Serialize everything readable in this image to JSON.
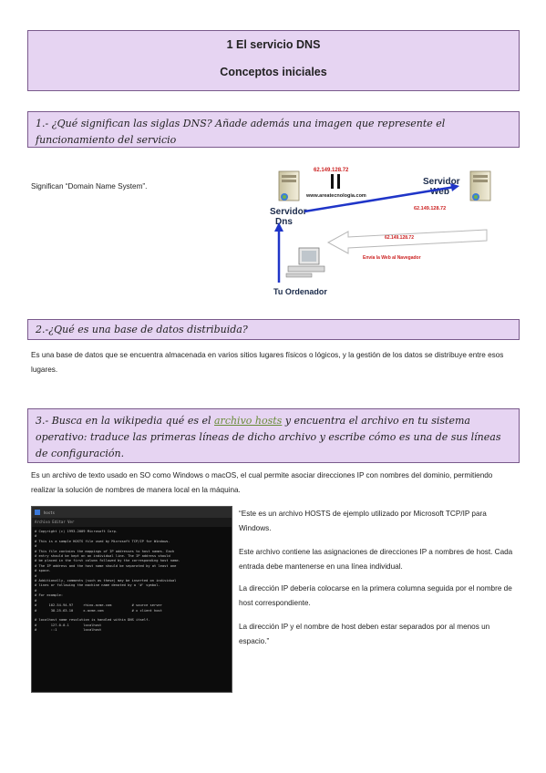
{
  "title": {
    "line1": "1 El servicio DNS",
    "line2": "Conceptos iniciales"
  },
  "q1": {
    "question": "1.- ¿Qué significan las siglas DNS? Añade además una imagen que represente el funcionamiento del servicio",
    "answer": "Significan “Domain Name System”."
  },
  "diagram": {
    "ip_top": "62.149.128.72",
    "site": "www.areatecnologia.com",
    "dns_label_1": "Servidor",
    "dns_label_2": "Dns",
    "web_label_1": "Servidor",
    "web_label_2": "Web",
    "ip_mid": "62.149.128.72",
    "ip_arrow": "62.149.128.72",
    "envia": "Envía la Web al Navegador",
    "pc_label": "Tu Ordenador"
  },
  "q2": {
    "question": "2.-¿Qué es una base de datos distribuida?",
    "answer": "Es una base de datos que se encuentra almacenada en varios sitios lugares físicos o lógicos, y la gestión de los datos se distribuye entre esos lugares."
  },
  "q3": {
    "question_pre": "3.- Busca en la wikipedia qué es el ",
    "question_link": "archivo hosts",
    "question_post": " y encuentra el archivo en tu sistema operativo: traduce las primeras líneas de dicho archivo y escribe cómo es una de sus líneas de configuración.",
    "answer": "Es un archivo de texto usado en SO como Windows o macOS, el cual permite asociar direcciones IP con nombres del dominio, permitiendo realizar la solución de nombres de manera local en la máquina.",
    "p1": "“Este es un archivo HOSTS de ejemplo utilizado por Microsoft TCP/IP para Windows.",
    "p2": "Este archivo contiene las asignaciones de direcciones IP a nombres de host. Cada entrada debe mantenerse en una línea individual.",
    "p3": "La dirección IP debería colocarse en la primera columna seguida por el nombre de host correspondiente.",
    "p4": " La dirección IP y el nombre de host deben estar separados por al menos un espacio.”"
  },
  "terminal": {
    "tab": "hosts",
    "menu": "Archivo   Editar   Ver",
    "content": "# Copyright (c) 1993-2009 Microsoft Corp.\n#\n# This is a sample HOSTS file used by Microsoft TCP/IP for Windows.\n#\n# This file contains the mappings of IP addresses to host names. Each\n# entry should be kept on an individual line. The IP address should\n# be placed in the first column followed by the corresponding host name.\n# The IP address and the host name should be separated by at least one\n# space.\n#\n# Additionally, comments (such as these) may be inserted on individual\n# lines or following the machine name denoted by a '#' symbol.\n#\n# For example:\n#\n#      102.54.94.97     rhino.acme.com          # source server\n#       38.25.63.10     x.acme.com              # x client host\n\n# localhost name resolution is handled within DNS itself.\n#\t127.0.0.1       localhost\n#\t::1             localhost\n\n\n\n\n\n\n\n\n\n\n"
  }
}
